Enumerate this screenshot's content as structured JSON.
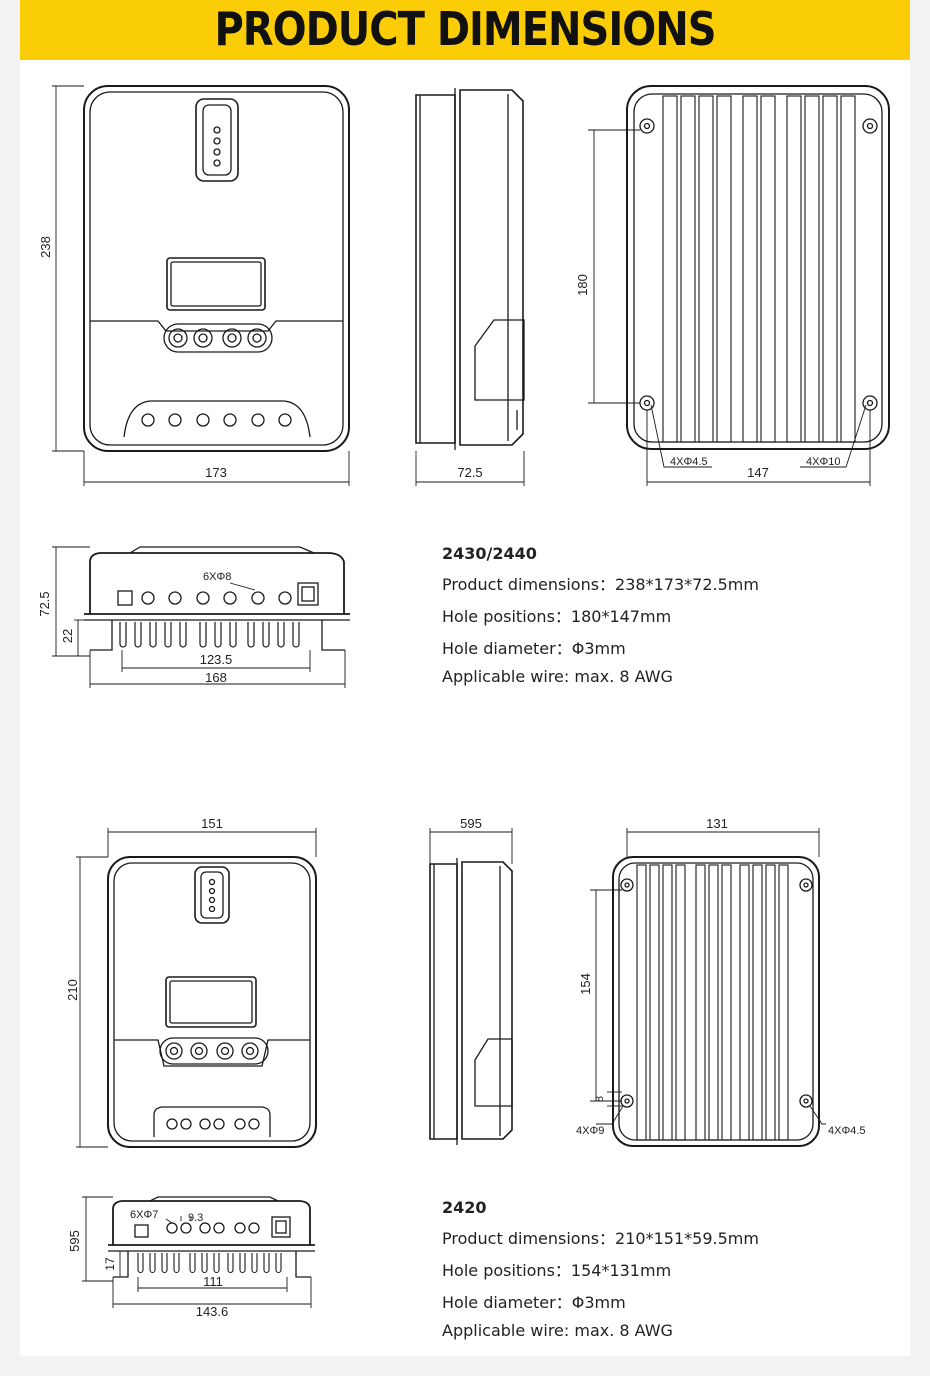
{
  "banner": {
    "title": "PRODUCT DIMENSIONS"
  },
  "colors": {
    "banner": "#fbcd06",
    "ink": "#1a1a1a"
  },
  "model_a": {
    "name": "2430/2440",
    "specs": [
      "Product dimensions：238*173*72.5mm",
      "Hole positions：180*147mm",
      "Hole diameter：Φ3mm",
      "Applicable wire: max. 8 AWG"
    ],
    "labels": {
      "front_height": "238",
      "front_width": "173",
      "side_depth": "72.5",
      "back_hole_v": "180",
      "back_hole_h": "147",
      "back_hole_left": "4XΦ4.5",
      "back_hole_right": "4XΦ10",
      "bottom_depth": "72.5",
      "bottom_fin": "22",
      "bottom_holes": "6XΦ8",
      "bottom_inner": "123.5",
      "bottom_outer": "168"
    }
  },
  "model_b": {
    "name": "2420",
    "specs": [
      "Product dimensions：210*151*59.5mm",
      "Hole positions：154*131mm",
      "Hole diameter：Φ3mm",
      "Applicable wire: max. 8 AWG"
    ],
    "labels": {
      "front_width": "151",
      "front_height": "210",
      "side_depth": "595",
      "back_width": "131",
      "back_hole_v": "154",
      "back_small": "8",
      "back_hole_left": "4XΦ9",
      "back_hole_right": "4XΦ4.5",
      "bottom_depth": "595",
      "bottom_fin": "17",
      "bottom_holes": "6XΦ7",
      "bottom_pitch": "9.3",
      "bottom_inner": "111",
      "bottom_outer": "143.6"
    }
  }
}
